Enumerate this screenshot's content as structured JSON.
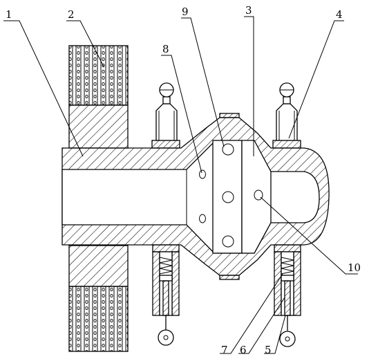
{
  "diagram": {
    "labels": [
      {
        "id": "1",
        "text": "1"
      },
      {
        "id": "2",
        "text": "2"
      },
      {
        "id": "3",
        "text": "3"
      },
      {
        "id": "4",
        "text": "4"
      },
      {
        "id": "5",
        "text": "5"
      },
      {
        "id": "6",
        "text": "6"
      },
      {
        "id": "7",
        "text": "7"
      },
      {
        "id": "8",
        "text": "8"
      },
      {
        "id": "9",
        "text": "9"
      },
      {
        "id": "10",
        "text": "10"
      }
    ],
    "colors": {
      "line": "#000000",
      "background": "#ffffff",
      "hatch": "#000000"
    }
  }
}
